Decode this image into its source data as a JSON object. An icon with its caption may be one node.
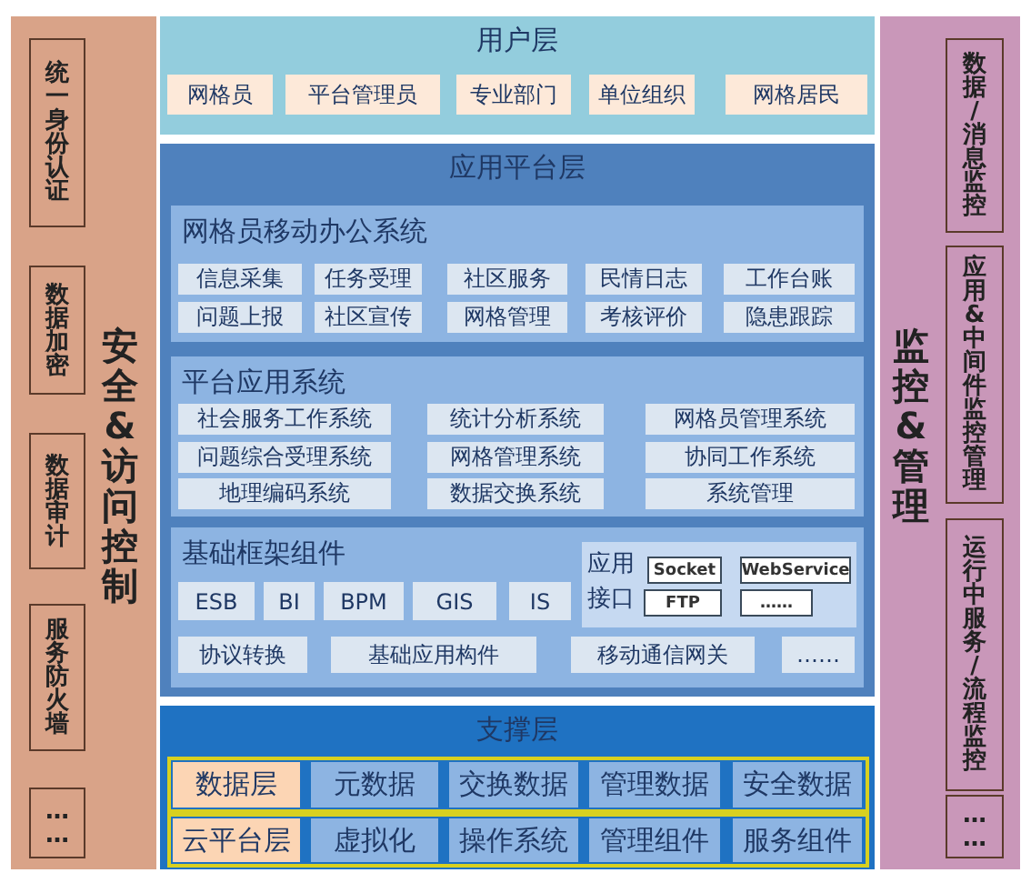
{
  "diagram": {
    "nodes": [
      {
        "text": [
          "安全&访问控制"
        ]
      },
      {
        "text": [
          "统一身份认证"
        ],
        "in": 0
      },
      {
        "text": [
          "数据加密"
        ],
        "in": 0
      },
      {
        "text": [
          "数据审计"
        ],
        "in": 0
      },
      {
        "text": [
          "服务防火墙"
        ],
        "in": 0
      },
      {
        "text": [
          "……"
        ],
        "in": 0
      },
      {
        "text": [
          "用户层"
        ]
      },
      {
        "text": [
          "网格员"
        ],
        "in": 6
      },
      {
        "text": [
          "平台管理员"
        ],
        "in": 6
      },
      {
        "text": [
          "专业部门"
        ],
        "in": 6
      },
      {
        "text": [
          "单位组织"
        ],
        "in": 6
      },
      {
        "text": [
          "网格居民"
        ],
        "in": 6
      },
      {
        "text": [
          "应用平台层"
        ]
      },
      {
        "text": [
          "网格员移动办公系统"
        ],
        "in": 12
      },
      {
        "text": [
          "信息采集"
        ],
        "in": 13
      },
      {
        "text": [
          "任务受理"
        ],
        "in": 13
      },
      {
        "text": [
          "社区服务"
        ],
        "in": 13
      },
      {
        "text": [
          "民情日志"
        ],
        "in": 13
      },
      {
        "text": [
          "工作台账"
        ],
        "in": 13
      },
      {
        "text": [
          "问题上报"
        ],
        "in": 13
      },
      {
        "text": [
          "社区宣传"
        ],
        "in": 13
      },
      {
        "text": [
          "网格管理"
        ],
        "in": 13
      },
      {
        "text": [
          "考核评价"
        ],
        "in": 13
      },
      {
        "text": [
          "隐患跟踪"
        ],
        "in": 13
      },
      {
        "text": [
          "平台应用系统"
        ],
        "in": 12
      },
      {
        "text": [
          "社会服务工作系统"
        ],
        "in": 24
      },
      {
        "text": [
          "统计分析系统"
        ],
        "in": 24
      },
      {
        "text": [
          "网格员管理系统"
        ],
        "in": 24
      },
      {
        "text": [
          "问题综合受理系统"
        ],
        "in": 24
      },
      {
        "text": [
          "网格管理系统"
        ],
        "in": 24
      },
      {
        "text": [
          "协同工作系统"
        ],
        "in": 24
      },
      {
        "text": [
          "地理编码系统"
        ],
        "in": 24
      },
      {
        "text": [
          "数据交换系统"
        ],
        "in": 24
      },
      {
        "text": [
          "系统管理"
        ],
        "in": 24
      },
      {
        "text": [
          "基础框架组件"
        ],
        "in": 12
      },
      {
        "text": [
          "ESB"
        ],
        "in": 34
      },
      {
        "text": [
          "BI"
        ],
        "in": 34
      },
      {
        "text": [
          "BPM"
        ],
        "in": 34
      },
      {
        "text": [
          "GIS"
        ],
        "in": 34
      },
      {
        "text": [
          "IS"
        ],
        "in": 34
      },
      {
        "text": [
          "应用接口"
        ],
        "in": 34
      },
      {
        "text": [
          "Socket"
        ],
        "in": 40
      },
      {
        "text": [
          "WebService"
        ],
        "in": 40
      },
      {
        "text": [
          "FTP"
        ],
        "in": 40
      },
      {
        "text": [
          "……"
        ],
        "in": 40
      },
      {
        "text": [
          "协议转换"
        ],
        "in": 34
      },
      {
        "text": [
          "基础应用构件"
        ],
        "in": 34
      },
      {
        "text": [
          "移动通信网关"
        ],
        "in": 34
      },
      {
        "text": [
          "……"
        ],
        "in": 34
      },
      {
        "text": [
          "支撑层"
        ]
      },
      {
        "text": [],
        "shape": "box",
        "in": 49
      },
      {
        "text": [
          "数据层"
        ],
        "in": 50
      },
      {
        "text": [
          "元数据"
        ],
        "in": 50
      },
      {
        "text": [
          "交换数据"
        ],
        "in": 50
      },
      {
        "text": [
          "管理数据"
        ],
        "in": 50
      },
      {
        "text": [
          "安全数据"
        ],
        "in": 50
      },
      {
        "text": [],
        "shape": "box",
        "in": 49
      },
      {
        "text": [
          "云平台层"
        ],
        "in": 56
      },
      {
        "text": [
          "虚拟化"
        ],
        "in": 56
      },
      {
        "text": [
          "操作系统"
        ],
        "in": 56
      },
      {
        "text": [
          "管理组件"
        ],
        "in": 56
      },
      {
        "text": [
          "服务组件"
        ],
        "in": 56
      },
      {
        "text": [
          "监控&管理"
        ]
      },
      {
        "text": [
          "数据/消息监控"
        ],
        "in": 62
      },
      {
        "text": [
          "应用&中间件监控管理"
        ],
        "in": 62
      },
      {
        "text": [
          "运行中服务/流程监控"
        ],
        "in": 62
      },
      {
        "text": [
          "……"
        ],
        "in": 62
      }
    ],
    "edges": []
  }
}
